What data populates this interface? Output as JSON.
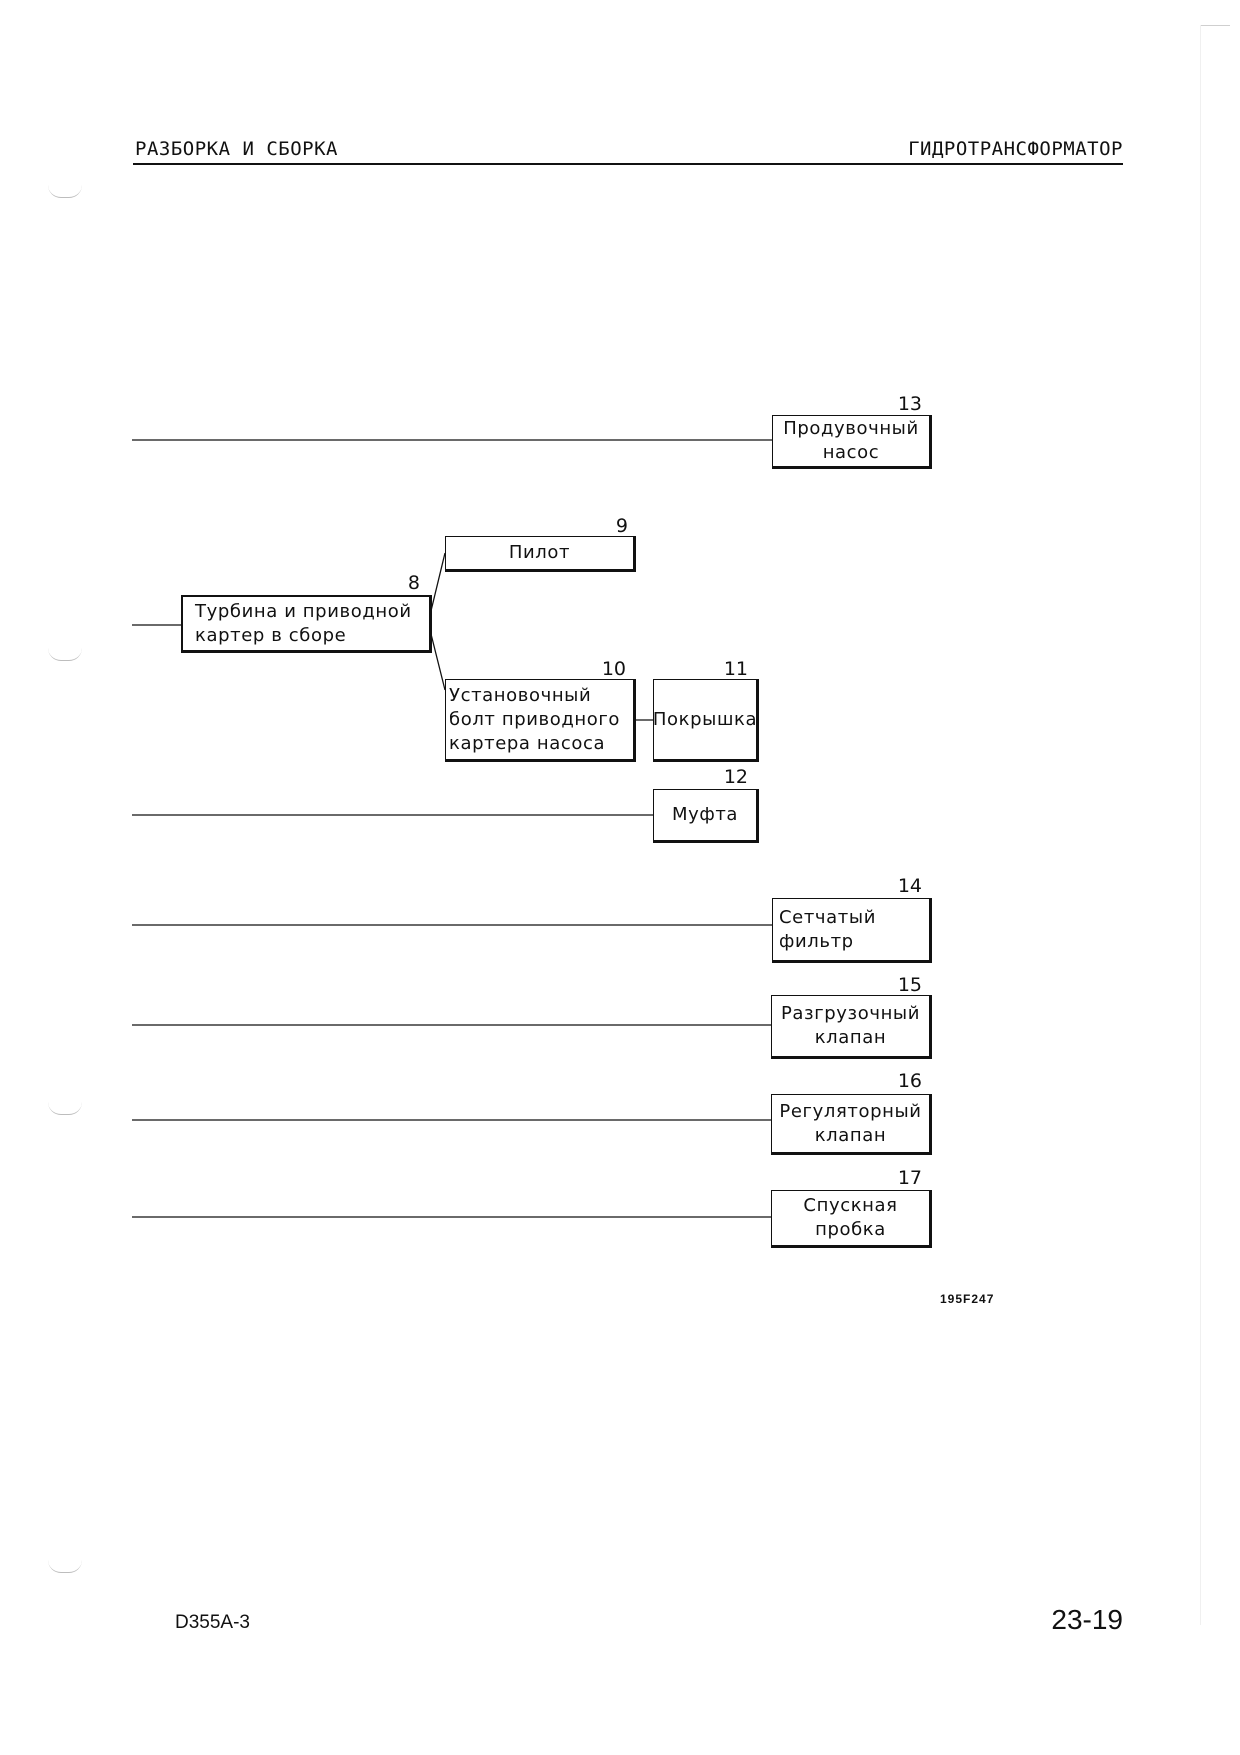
{
  "header": {
    "left": "РАЗБОРКА И СБОРКА",
    "right": "ГИДРОТРАНСФОРМАТОР"
  },
  "diagram": {
    "nodes": {
      "n8": {
        "number": "8",
        "label": "Турбина и приводной\nкартер в сборе"
      },
      "n9": {
        "number": "9",
        "label": "Пилот"
      },
      "n10": {
        "number": "10",
        "label": "Установочный\nболт приводного\nкартера насоса"
      },
      "n11": {
        "number": "11",
        "label": "Покрышка"
      },
      "n12": {
        "number": "12",
        "label": "Муфта"
      },
      "n13": {
        "number": "13",
        "label": "Продувочный\nнасос"
      },
      "n14": {
        "number": "14",
        "label": "Сетчатый\nфильтр"
      },
      "n15": {
        "number": "15",
        "label": "Разгрузочный\nклапан"
      },
      "n16": {
        "number": "16",
        "label": "Регуляторный\nклапан"
      },
      "n17": {
        "number": "17",
        "label": "Спускная\nпробка"
      }
    }
  },
  "figure_code": "195F247",
  "footer": {
    "model": "D355A-3",
    "page": "23-19"
  }
}
